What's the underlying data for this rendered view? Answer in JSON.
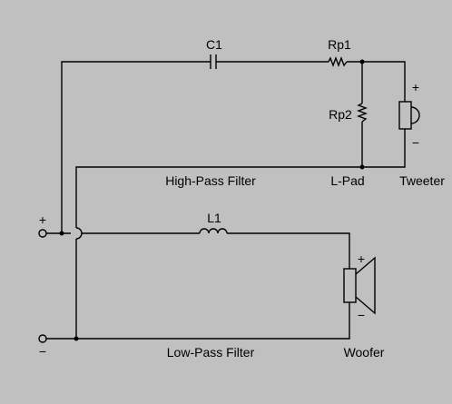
{
  "colors": {
    "background": "#c0c0c0",
    "wire": "#000000"
  },
  "diagram": {
    "components": {
      "c1": "C1",
      "rp1": "Rp1",
      "rp2": "Rp2",
      "l1": "L1"
    },
    "sections": {
      "high_pass": "High-Pass Filter",
      "l_pad": "L-Pad",
      "low_pass": "Low-Pass Filter"
    },
    "drivers": {
      "tweeter": "Tweeter",
      "woofer": "Woofer"
    },
    "polarity": {
      "plus": "+",
      "minus": "−"
    }
  }
}
